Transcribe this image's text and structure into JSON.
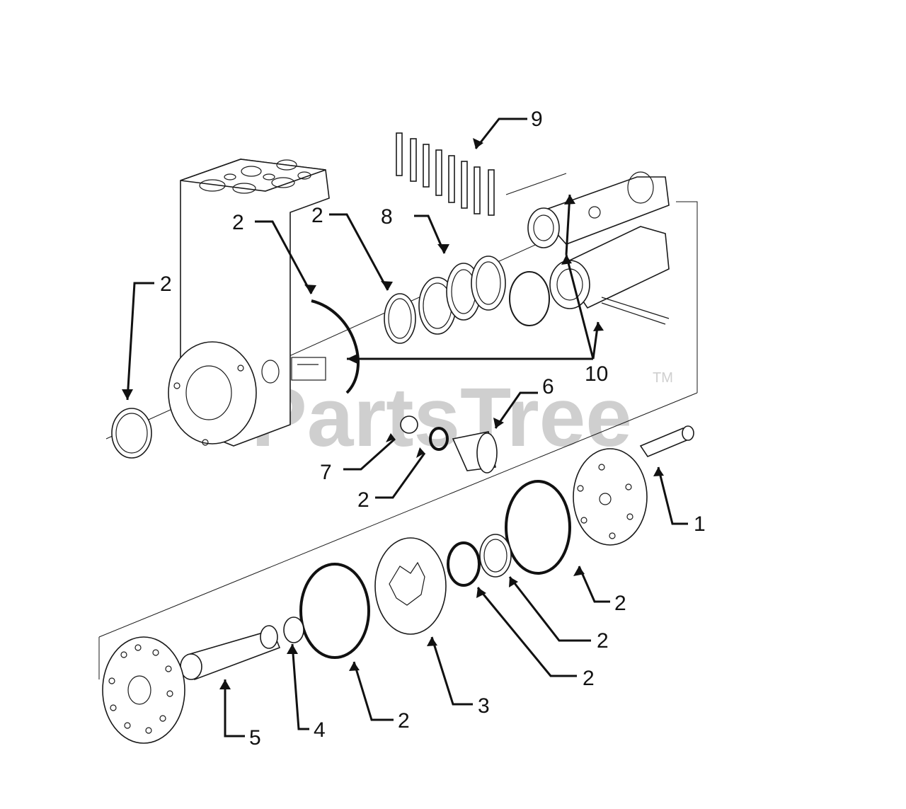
{
  "watermark": {
    "text": "PartsTree",
    "trademark": "TM"
  },
  "callouts": [
    {
      "id": "c9",
      "text": "9"
    },
    {
      "id": "c8",
      "text": "8"
    },
    {
      "id": "c2a",
      "text": "2"
    },
    {
      "id": "c2b",
      "text": "2"
    },
    {
      "id": "c2c",
      "text": "2"
    },
    {
      "id": "c10",
      "text": "10"
    },
    {
      "id": "c6",
      "text": "6"
    },
    {
      "id": "c7",
      "text": "7"
    },
    {
      "id": "c2d",
      "text": "2"
    },
    {
      "id": "c1",
      "text": "1"
    },
    {
      "id": "c2e",
      "text": "2"
    },
    {
      "id": "c2f",
      "text": "2"
    },
    {
      "id": "c2g",
      "text": "2"
    },
    {
      "id": "c3",
      "text": "3"
    },
    {
      "id": "c2h",
      "text": "2"
    },
    {
      "id": "c4",
      "text": "4"
    },
    {
      "id": "c5",
      "text": "5"
    }
  ]
}
